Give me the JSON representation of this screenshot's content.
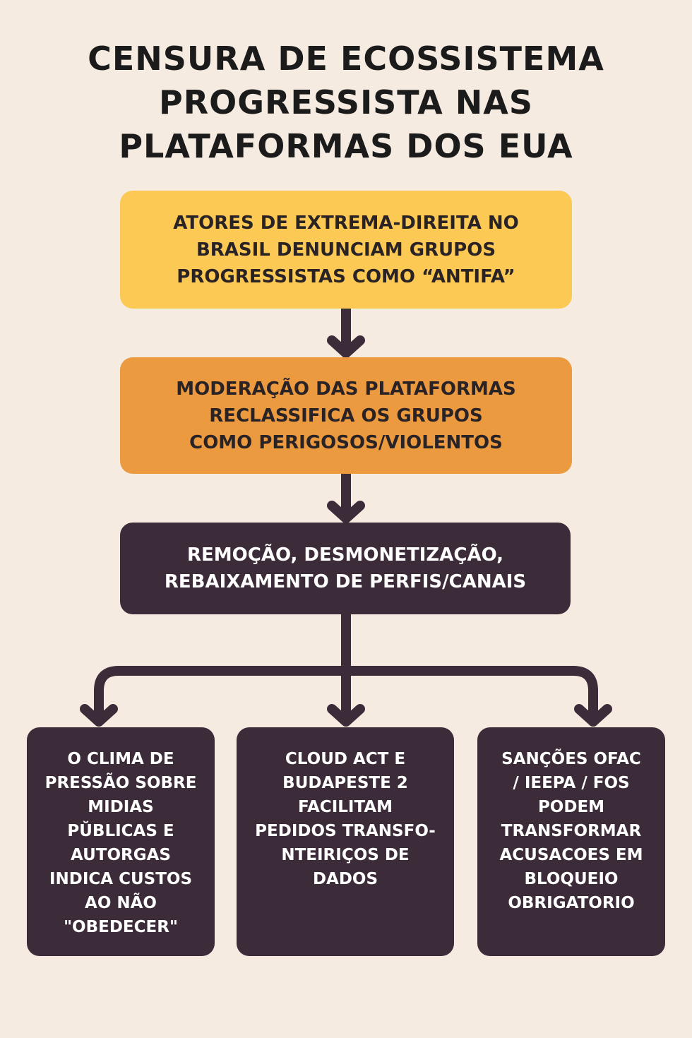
{
  "title": {
    "lines": [
      "CENSURA DE ECOSSISTEMA",
      "PROGRESSISTA NAS",
      "PLATAFORMAS DOS EUA"
    ]
  },
  "steps": [
    {
      "lines": [
        "ATORES DE EXTREMA-DIREITA NO",
        "BRASIL DENUNCIAM GRUPOS",
        "PROGRESSISTAS COMO “ANTIFA”"
      ],
      "color": "#fbc954"
    },
    {
      "lines": [
        "MODERAÇÃO DAS PLATAFORMAS",
        "RECLASSIFICA OS GRUPOS",
        "COMO PERIGOSOS/VIOLENTOS"
      ],
      "color": "#eb9a40"
    },
    {
      "lines": [
        "REMOÇÃO, DESMONETIZAÇÃO,",
        "REBAIXAMENTO DE PERFIS/CANAIS"
      ],
      "color": "#3c2b38"
    }
  ],
  "branches": [
    {
      "lines": [
        "O CLIMA DE",
        "PRESSÃO SOBRE",
        "MIDIAS",
        "PŬBLICAS E",
        "AUTORGAS",
        "INDICA CUSTOS",
        "AO NÃO",
        "\"OBEDECER\""
      ]
    },
    {
      "lines": [
        "CLOUD ACT E",
        "BUDAPESTE 2",
        "FACILITAM",
        "PEDIDOS TRANSFO-",
        "NTEIRIÇOS DE",
        "DADOS"
      ]
    },
    {
      "lines": [
        "SANÇÕES OFAC",
        "/ IEEPA / FOS",
        "PODEM",
        "TRANSFORMAR",
        "ACUSACOES EM",
        "BLOQUEIO",
        "OBRIGATORIO"
      ]
    }
  ],
  "colors": {
    "background": "#f6ebe1",
    "dark": "#3c2b38",
    "connector": "#3c2b38"
  }
}
